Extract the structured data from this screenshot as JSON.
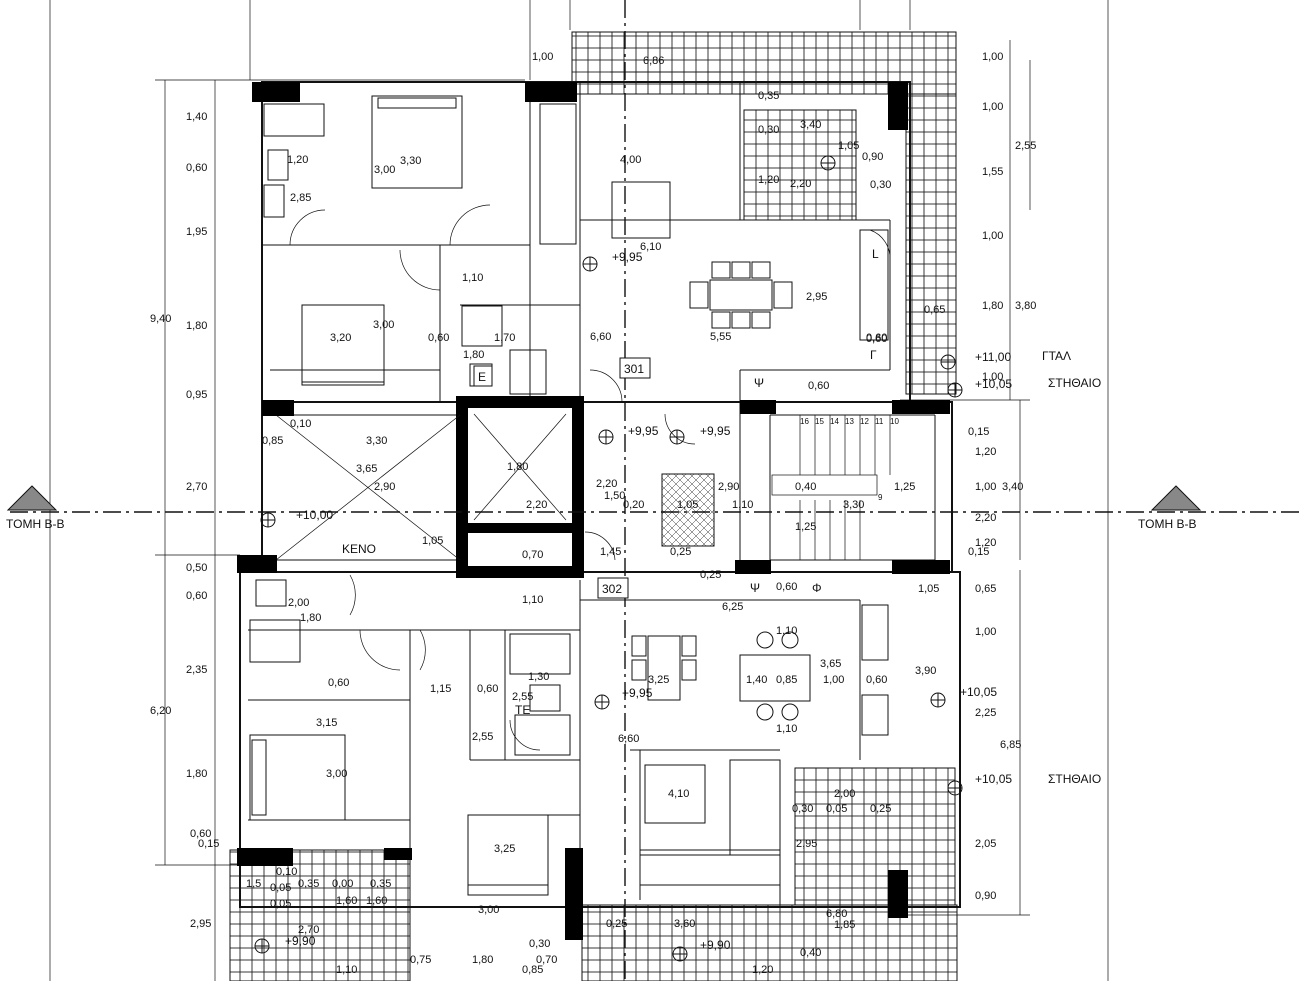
{
  "section": {
    "left_label": "ΤΟΜΗ Β-Β",
    "right_label": "ΤΟΜΗ Β-Β"
  },
  "apartments": {
    "upper": "301",
    "lower": "302"
  },
  "rooms": {
    "void": "ΚΕΝΟ",
    "laundry_1": "Ε",
    "laundry_2": "ΤΕ"
  },
  "levels": {
    "upper_left": "+9,95",
    "stair_a": "+9,95",
    "stair_b": "+9,95",
    "landing": "+10,00",
    "lower_living": "+9,95",
    "lower_right": "+10,05",
    "balcony_right": "+10,05",
    "parapet_right": "+10,05",
    "parapet_top": "+11,00",
    "bottom_left": "+9,90",
    "bottom_center": "+9,90"
  },
  "level_notes": {
    "gtal": "ΓΤΑΛ",
    "sthaio_top": "ΣΤΗΘΑΙΟ",
    "sthaio_bottom": "ΣΤΗΘΑΙΟ"
  },
  "left_dims": [
    "1,40",
    "0,60",
    "1,95",
    "9,40",
    "1,80",
    "0,95",
    "2,70",
    "0,50",
    "0,60",
    "2,35",
    "6,20",
    "1,80",
    "0,60",
    "0,15",
    "2,95"
  ],
  "right_dims": [
    "1,00",
    "1,00",
    "1,55",
    "2,55",
    "1,00",
    "1,80",
    "3,80",
    "1,00",
    "0,15",
    "1,20",
    "1,00",
    "3,40",
    "2,20",
    "1,20",
    "0,15",
    "0,65",
    "1,00",
    "3,90",
    "2,25",
    "6,85",
    "2,05",
    "0,90"
  ],
  "top_dims": [
    "1,00",
    "6,86"
  ],
  "inner_dims": {
    "bed1_w": "3,30",
    "bed1_h": "3,00",
    "bath1_a": "2,85",
    "bath1_b": "1,20",
    "kitchen_top": "4,00",
    "kitchen_w": "6,10",
    "dining_h": "2,95",
    "living_w": "5,55",
    "hall_w": "6,60",
    "wc_w": "0,60",
    "wc_h": "1,80",
    "corr_w": "1,70",
    "bed2_w": "3,20",
    "bed2_h": "3,00",
    "passage": "1,10",
    "bal_a": "3,40",
    "bal_b": "1,05",
    "bal_c": "0,90",
    "bal_d": "1,20",
    "bal_e": "2,20",
    "bal_f": "0,30",
    "bal_g": "0,35",
    "bal_h": "0,30",
    "ent_w": "0,60",
    "ent_h": "0,60",
    "bal_i": "0,65",
    "void_w": "3,30",
    "void_d": "3,65",
    "void_h": "2,90",
    "void_e": "0,10",
    "void_f": "0,85",
    "void_g": "1,05",
    "lift_w": "1,80",
    "lift_h": "2,20",
    "lift_d": "0,70",
    "shaft_a": "2,20",
    "shaft_b": "1,50",
    "shaft_c": "0,20",
    "shaft_d": "1,05",
    "shaft_e": "1,45",
    "shaft_f": "0,25",
    "stair_w": "2,90",
    "stair_t": "1,10",
    "stair_l": "0,40",
    "stair_r": "1,25",
    "stair_m": "3,30",
    "stair_n": "1,25",
    "stair_o": "0,25",
    "low_w": "6,25",
    "low_lift": "1,10",
    "low_a": "0,60",
    "low_b": "1,05",
    "low_bath_w": "2,00",
    "low_bath_h": "1,80",
    "low_c": "0,60",
    "low_bed1_w": "3,15",
    "low_bed1_h": "3,00",
    "low_corr": "1,15",
    "low_d": "0,60",
    "low_e": "2,55",
    "low_f": "1,30",
    "low_g": "2,55",
    "low_liv_w": "3,25",
    "low_tbl": "1,40",
    "low_tbl2": "0,85",
    "low_tbl3": "1,00",
    "low_tbl4": "0,60",
    "low_tbl5": "1,10",
    "low_tbl6": "1,10",
    "low_tbl7": "3,65",
    "low_liv_h": "6,60",
    "low_sofa": "4,10",
    "low_bal_a": "2,00",
    "low_bal_b": "0,30",
    "low_bal_c": "0,05",
    "low_bal_d": "0,25",
    "low_bal_e": "2,95",
    "low_bed2": "3,25",
    "low_bed2_w": "3,00",
    "bot_a": "3,60",
    "bot_b": "6,80",
    "bot_c": "1,85",
    "bot_d": "0,40",
    "bot_e": "1,20",
    "bot_f": "0,25",
    "bot_g": "0,30",
    "bot_h": "0,70",
    "bot_i": "0,85",
    "bot_j": "1,80",
    "bot_k": "0,75",
    "bot_l": "1,10",
    "bot_m": "2,70",
    "bot_n": "1,60",
    "bot_o": "1,60",
    "bot_p": "0,10",
    "bot_q": "0,05",
    "bot_r": "1,5",
    "bot_s": "0,35",
    "bot_t": "0,00",
    "bot_u": "0,35",
    "bot_v": "0,05",
    "low_kit": "0,60",
    "low_kit2": "0,60",
    "low_kit3": "0,60",
    "top_kit": "0,85",
    "top_kit2": "0,30"
  },
  "symbols": {
    "psi": "Ψ",
    "phi": "Φ",
    "gamma": "Γ",
    "l": "L"
  },
  "stair_steps": [
    "16",
    "15",
    "14",
    "13",
    "12",
    "11",
    "10",
    "9"
  ]
}
